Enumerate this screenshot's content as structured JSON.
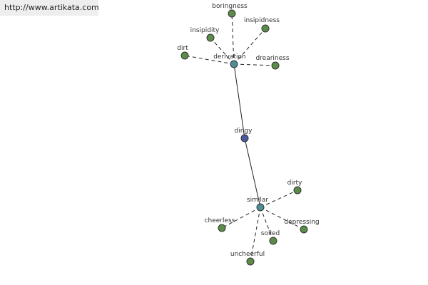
{
  "header": {
    "url": "http://www.artikata.com"
  },
  "colors": {
    "leaf_node": "#5c8c4a",
    "relation_node": "#4f8e96",
    "center_node": "#4a5a9c",
    "edge": "#222222"
  },
  "graph": {
    "center": {
      "label": "dingy",
      "type": "center"
    },
    "relations": [
      {
        "label": "derivation",
        "type": "relation"
      },
      {
        "label": "similar",
        "type": "relation"
      }
    ],
    "leaves": [
      {
        "label": "boringness",
        "relation": "derivation"
      },
      {
        "label": "insipidness",
        "relation": "derivation"
      },
      {
        "label": "insipidity",
        "relation": "derivation"
      },
      {
        "label": "dirt",
        "relation": "derivation"
      },
      {
        "label": "dreariness",
        "relation": "derivation"
      },
      {
        "label": "dirty",
        "relation": "similar"
      },
      {
        "label": "cheerless",
        "relation": "similar"
      },
      {
        "label": "depressing",
        "relation": "similar"
      },
      {
        "label": "soiled",
        "relation": "similar"
      },
      {
        "label": "uncheerful",
        "relation": "similar"
      }
    ]
  }
}
